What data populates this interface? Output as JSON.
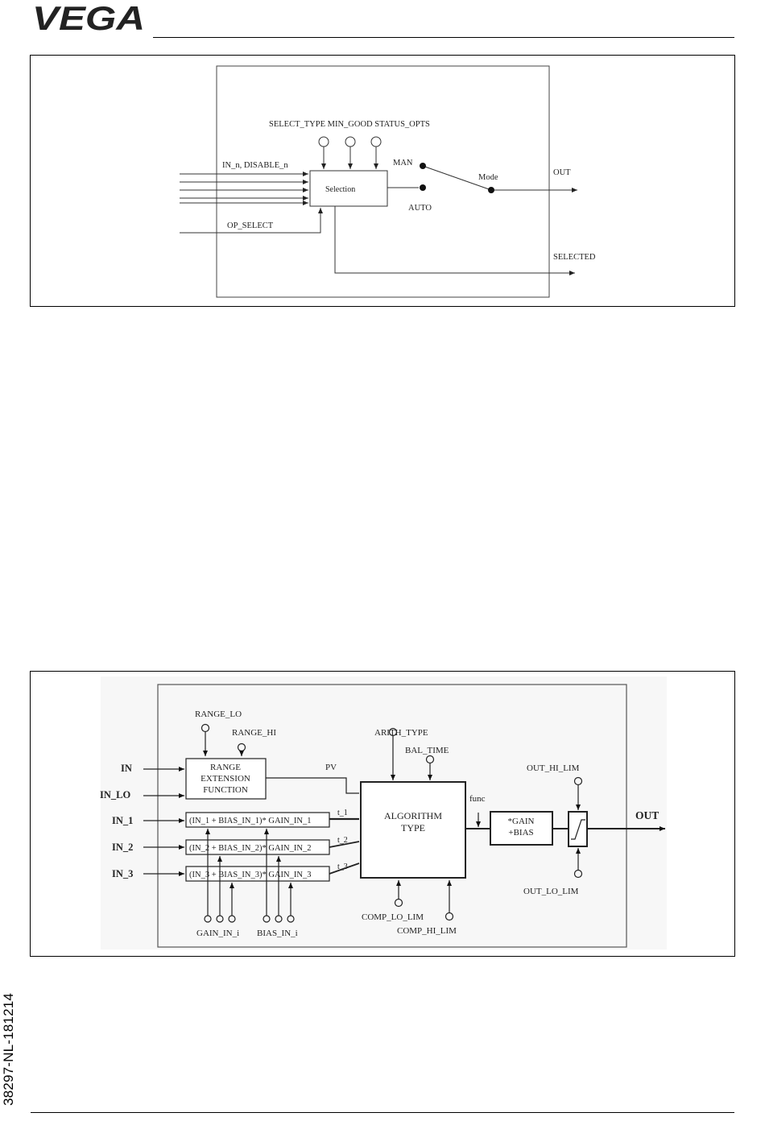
{
  "header": {
    "logo_text": "VEGA",
    "brand_color": "#f5e100"
  },
  "side_code": "38297-NL-181214",
  "figure1": {
    "params": "SELECT_TYPE  MIN_GOOD  STATUS_OPTS",
    "inputs": "IN_n, DISABLE_n",
    "op_select": "OP_SELECT",
    "selection": "Selection",
    "man": "MAN",
    "auto": "AUTO",
    "mode": "Mode",
    "out": "OUT",
    "selected": "SELECTED"
  },
  "figure2": {
    "range_lo": "RANGE_LO",
    "range_hi": "RANGE_HI",
    "in": "IN",
    "in_lo": "IN_LO",
    "in_1": "IN_1",
    "in_2": "IN_2",
    "in_3": "IN_3",
    "range_ext_1": "RANGE",
    "range_ext_2": "EXTENSION",
    "range_ext_3": "FUNCTION",
    "pv": "PV",
    "row_1": "(IN_1 + BIAS_IN_1)* GAIN_IN_1",
    "row_2": "(IN_2 + BIAS_IN_2)* GAIN_IN_2",
    "row_3": "(IN_3 + BIAS_IN_3)* GAIN_IN_3",
    "t_1": "t_1",
    "t_2": "t_2",
    "t_3": "t_3",
    "arith_type": "ARITH_TYPE",
    "bal_time": "BAL_TIME",
    "algorithm_1": "ALGORITHM",
    "algorithm_2": "TYPE",
    "func": "func",
    "gain_1": "*GAIN",
    "gain_2": "+BIAS",
    "out_hi_lim": "OUT_HI_LIM",
    "out_lo_lim": "OUT_LO_LIM",
    "out": "OUT",
    "comp_lo_lim": "COMP_LO_LIM",
    "comp_hi_lim": "COMP_HI_LIM",
    "gain_in_i": "GAIN_IN_i",
    "bias_in_i": "BIAS_IN_i"
  }
}
